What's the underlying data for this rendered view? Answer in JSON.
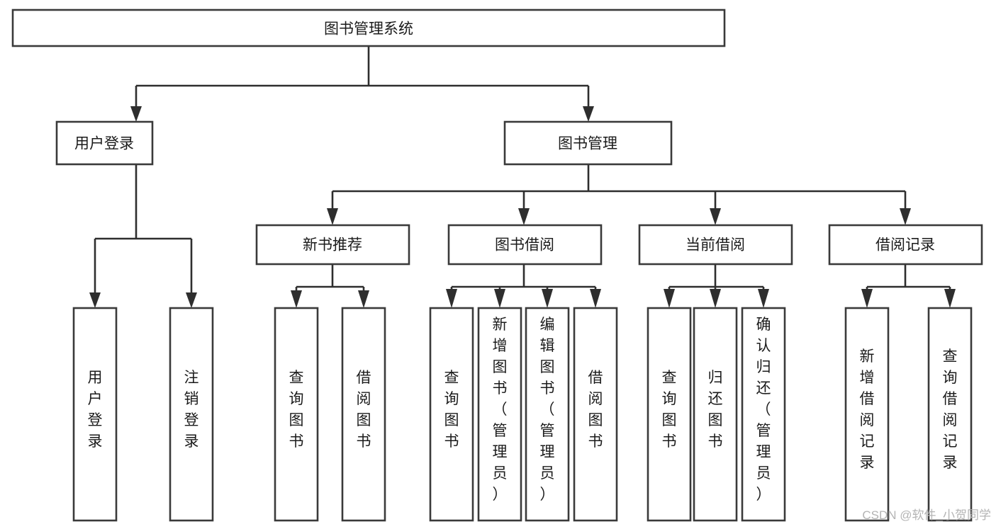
{
  "diagram": {
    "type": "tree-hierarchy-chart",
    "title": "图书管理系统",
    "levels": 4,
    "colors": {
      "box_fill": "#ffffff",
      "box_stroke": "#3a3a3a",
      "connector": "#2e2e2e",
      "text": "#1b1b1b",
      "background": "#ffffff",
      "watermark": "#b4b4b4"
    },
    "root": {
      "id": "root",
      "label": "图书管理系统"
    },
    "level2": [
      {
        "id": "user-login",
        "label": "用户登录"
      },
      {
        "id": "book-management",
        "label": "图书管理"
      }
    ],
    "level3": [
      {
        "id": "new-book-recommend",
        "label": "新书推荐",
        "parent": "book-management"
      },
      {
        "id": "book-borrow",
        "label": "图书借阅",
        "parent": "book-management"
      },
      {
        "id": "current-borrow",
        "label": "当前借阅",
        "parent": "book-management"
      },
      {
        "id": "borrow-record",
        "label": "借阅记录",
        "parent": "book-management"
      }
    ],
    "leaves": {
      "user-login": [
        {
          "id": "leaf-user-login",
          "label": "用户登录"
        },
        {
          "id": "leaf-user-logout",
          "label": "注销登录"
        }
      ],
      "new-book-recommend": [
        {
          "id": "leaf-query-book-1",
          "label": "查询图书"
        },
        {
          "id": "leaf-borrow-book-1",
          "label": "借阅图书"
        }
      ],
      "book-borrow": [
        {
          "id": "leaf-query-book-2",
          "label": "查询图书"
        },
        {
          "id": "leaf-add-book",
          "label": "新增图书（管理员）"
        },
        {
          "id": "leaf-edit-book",
          "label": "编辑图书（管理员）"
        },
        {
          "id": "leaf-borrow-book-2",
          "label": "借阅图书"
        }
      ],
      "current-borrow": [
        {
          "id": "leaf-query-book-3",
          "label": "查询图书"
        },
        {
          "id": "leaf-return-book",
          "label": "归还图书"
        },
        {
          "id": "leaf-confirm-return",
          "label": "确认归还（管理员）"
        }
      ],
      "borrow-record": [
        {
          "id": "leaf-add-record",
          "label": "新增借阅记录"
        },
        {
          "id": "leaf-query-record",
          "label": "查询借阅记录"
        }
      ]
    }
  },
  "watermark": {
    "text": "CSDN @软件_小贺同学"
  }
}
